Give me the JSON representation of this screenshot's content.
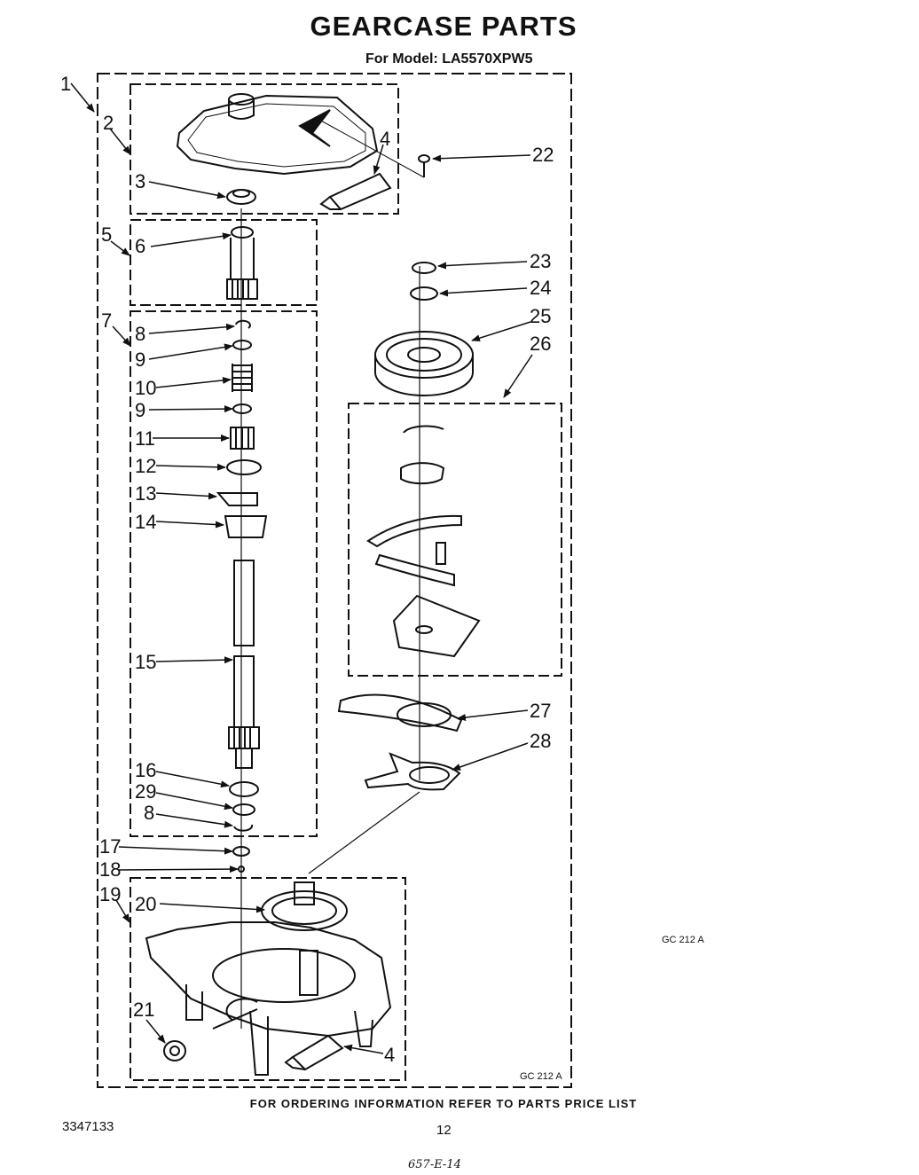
{
  "header": {
    "title": "GEARCASE PARTS",
    "subtitle": "For Model: LA5570XPW5"
  },
  "callouts": [
    "1",
    "2",
    "3",
    "4",
    "22",
    "5",
    "6",
    "23",
    "24",
    "7",
    "25",
    "8",
    "26",
    "9",
    "10",
    "9",
    "11",
    "12",
    "13",
    "14",
    "15",
    "27",
    "28",
    "16",
    "29",
    "8",
    "17",
    "18",
    "19",
    "20",
    "21",
    "4"
  ],
  "figure_codes": {
    "right": "GC 212 A",
    "boxed": "GC 212 A"
  },
  "footer": {
    "ordering_note": "FOR ORDERING INFORMATION REFER TO PARTS PRICE LIST",
    "document_number": "3347133",
    "page_number": "12",
    "handwritten_note": "657-E-14"
  }
}
